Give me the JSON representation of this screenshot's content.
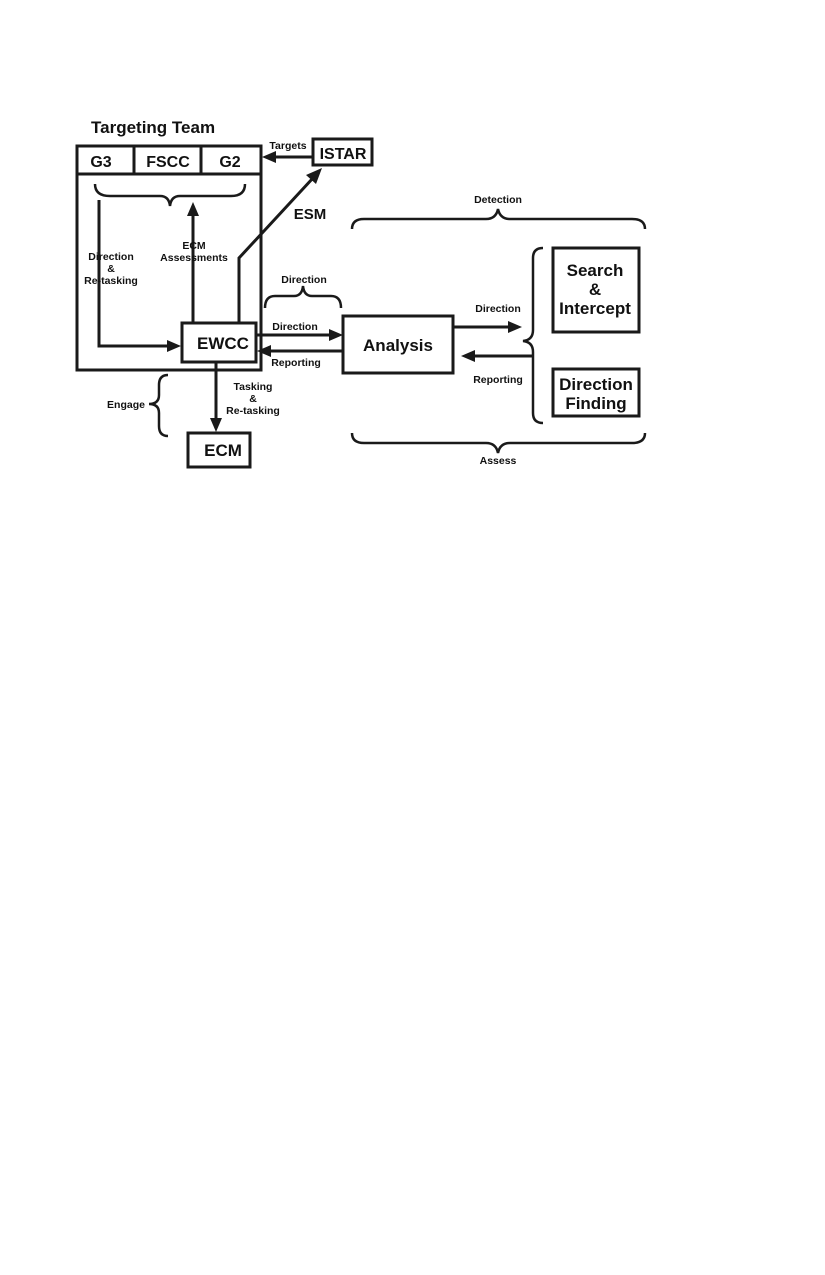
{
  "title": "Targeting Team",
  "cells": {
    "g3": "G3",
    "fscc": "FSCC",
    "g2": "G2"
  },
  "nodes": {
    "istar": "ISTAR",
    "ewcc": "EWCC",
    "analysis": "Analysis",
    "ecm": "ECM",
    "search": {
      "line1": "Search",
      "line2": "&",
      "line3": "Intercept"
    },
    "df": {
      "line1": "Direction",
      "line2": "Finding"
    }
  },
  "labels": {
    "targets": "Targets",
    "esm": "ESM",
    "ecm_assessments": {
      "line1": "ECM",
      "line2": "Assessments"
    },
    "direction_retasking": {
      "line1": "Direction",
      "line2": "&",
      "line3": "Re-tasking"
    },
    "direction_brace": "Direction",
    "direction_to_analysis": "Direction",
    "reporting_to_ewcc": "Reporting",
    "direction_to_collect": "Direction",
    "reporting_from_collect": "Reporting",
    "detection": "Detection",
    "assess": "Assess",
    "engage": "Engage",
    "tasking_retasking": {
      "line1": "Tasking",
      "line2": "&",
      "line3": "Re-tasking"
    }
  }
}
